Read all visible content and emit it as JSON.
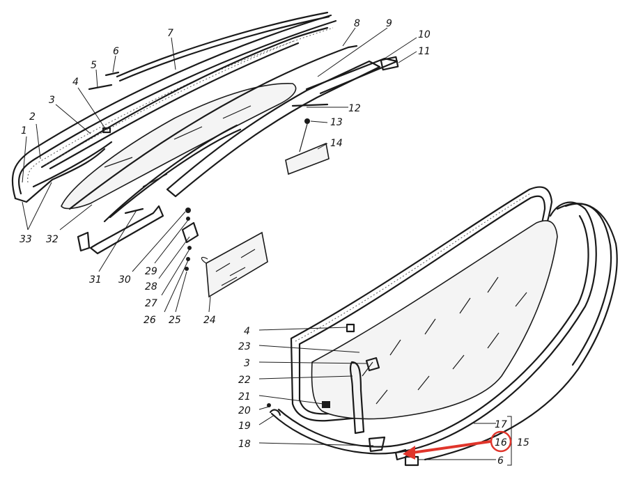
{
  "callouts": [
    {
      "id": "c1",
      "text": "1"
    },
    {
      "id": "c2",
      "text": "2"
    },
    {
      "id": "c3",
      "text": "3"
    },
    {
      "id": "c4",
      "text": "4"
    },
    {
      "id": "c5",
      "text": "5"
    },
    {
      "id": "c6",
      "text": "6"
    },
    {
      "id": "c7",
      "text": "7"
    },
    {
      "id": "c8",
      "text": "8"
    },
    {
      "id": "c9",
      "text": "9"
    },
    {
      "id": "c10",
      "text": "10"
    },
    {
      "id": "c11",
      "text": "11"
    },
    {
      "id": "c12",
      "text": "12"
    },
    {
      "id": "c13",
      "text": "13"
    },
    {
      "id": "c14",
      "text": "14"
    },
    {
      "id": "c33",
      "text": "33"
    },
    {
      "id": "c32",
      "text": "32"
    },
    {
      "id": "c31",
      "text": "31"
    },
    {
      "id": "c30",
      "text": "30"
    },
    {
      "id": "c29",
      "text": "29"
    },
    {
      "id": "c28",
      "text": "28"
    },
    {
      "id": "c27",
      "text": "27"
    },
    {
      "id": "c26",
      "text": "26"
    },
    {
      "id": "c25",
      "text": "25"
    },
    {
      "id": "c24",
      "text": "24"
    },
    {
      "id": "r4",
      "text": "4"
    },
    {
      "id": "r23",
      "text": "23"
    },
    {
      "id": "r3",
      "text": "3"
    },
    {
      "id": "r22",
      "text": "22"
    },
    {
      "id": "r21",
      "text": "21"
    },
    {
      "id": "r20",
      "text": "20"
    },
    {
      "id": "r19",
      "text": "19"
    },
    {
      "id": "r18",
      "text": "18"
    },
    {
      "id": "r17",
      "text": "17"
    },
    {
      "id": "r16",
      "text": "16"
    },
    {
      "id": "r15",
      "text": "15"
    },
    {
      "id": "r6",
      "text": "6"
    }
  ],
  "highlight": {
    "label": "16",
    "color": "#e0352b"
  }
}
